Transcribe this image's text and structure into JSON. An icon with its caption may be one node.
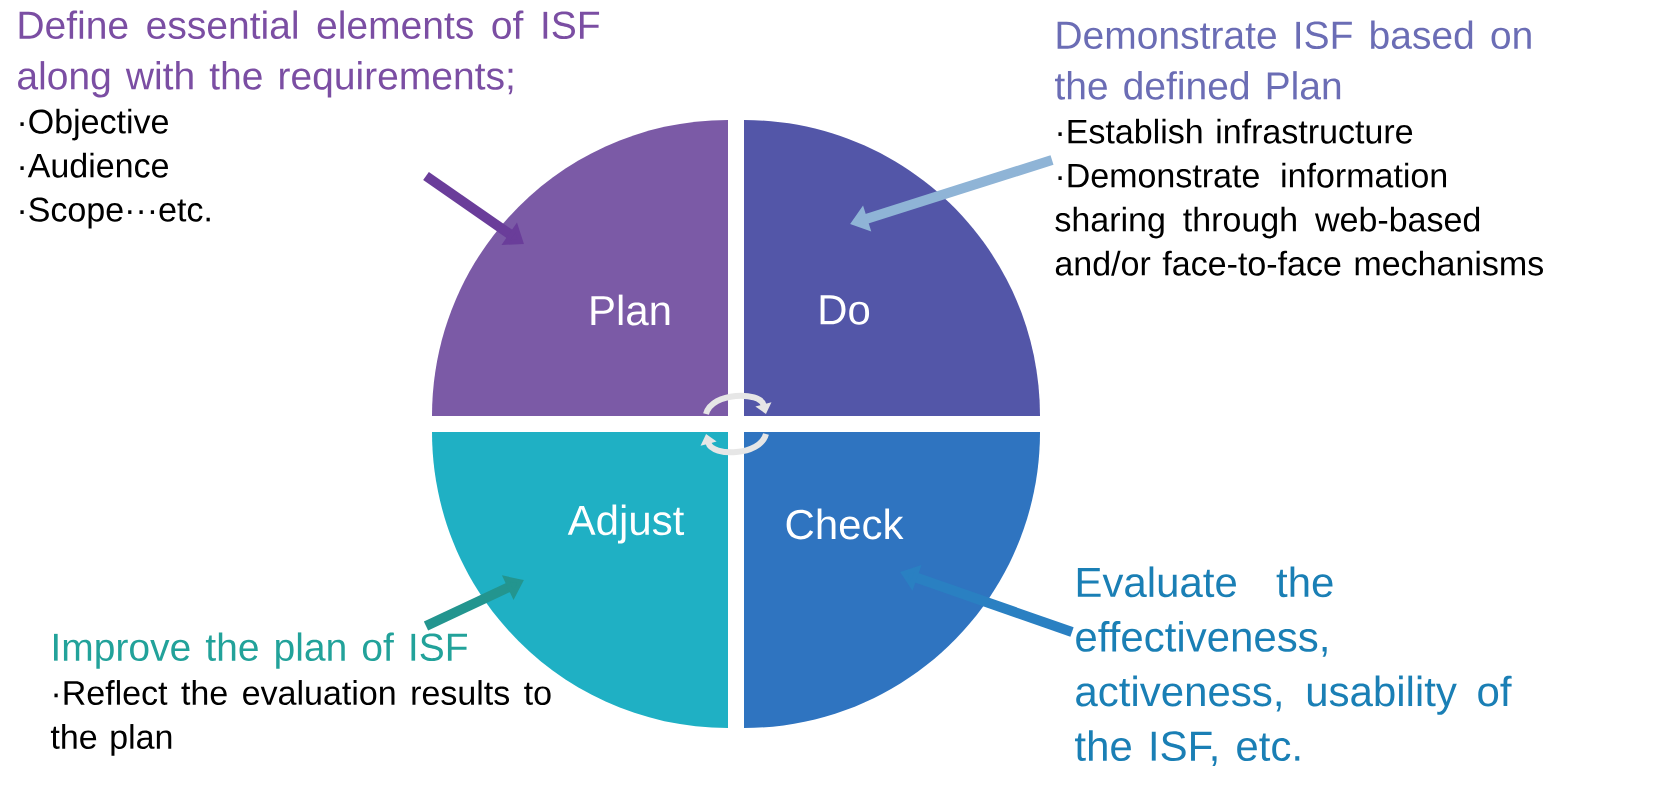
{
  "diagram": {
    "nodes": [
      {
        "text": [
          "Define essential elements of ISF along with the requirements;",
          "·Objective",
          "·Audience",
          "·Scope···etc."
        ]
      },
      {
        "text": [
          "Demonstrate ISF based on the defined Plan",
          "·Establish infrastructure",
          "·Demonstrate information sharing through web-based and/or face-to-face mechanisms"
        ]
      },
      {
        "text": [
          "Plan"
        ]
      },
      {
        "text": [
          "Do"
        ]
      },
      {
        "text": [
          "Adjust"
        ]
      },
      {
        "text": [
          "Check"
        ]
      },
      {
        "text": [
          "Evaluate the effectiveness, activeness, usability of the ISF, etc."
        ]
      },
      {
        "text": [
          "Improve the plan of ISF",
          "·Reflect the evaluation results to the plan"
        ]
      }
    ],
    "edges": [
      {
        "from": 0,
        "to": 2,
        "arrow": "to",
        "color": "#6a3d9a"
      },
      {
        "from": 1,
        "to": 3,
        "arrow": "to",
        "color": "#8fb4d6"
      },
      {
        "from": 7,
        "to": 4,
        "arrow": "to",
        "color": "#23958f"
      },
      {
        "from": 6,
        "to": 5,
        "arrow": "to",
        "color": "#2a80c2"
      },
      {
        "from": 2,
        "to": 3,
        "arrow": "to",
        "color": "#e6e6e6"
      },
      {
        "from": 5,
        "to": 4,
        "arrow": "to",
        "color": "#e6e6e6"
      }
    ]
  }
}
